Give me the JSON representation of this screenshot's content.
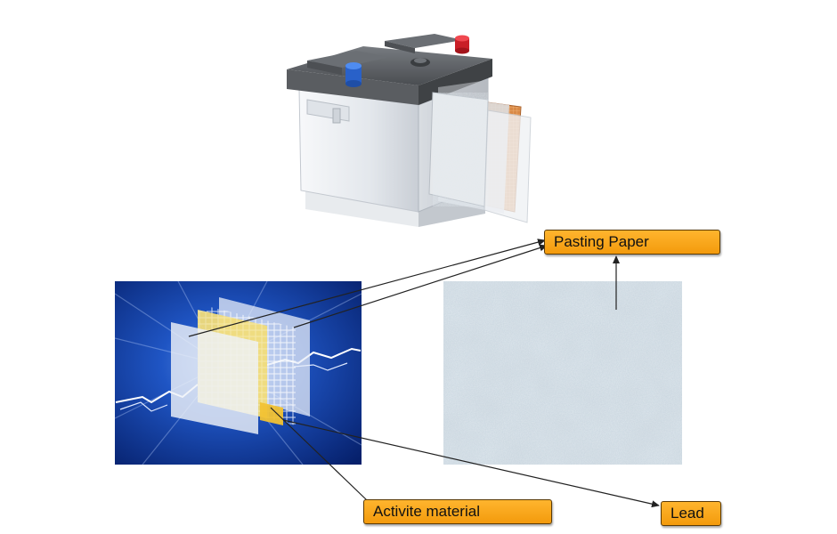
{
  "labels": {
    "pasting_paper": "Pasting Paper",
    "active_material": "Activite material",
    "lead": "Lead"
  },
  "colors": {
    "label_fill": "#f5a01a",
    "label_border": "#5a3a06",
    "battery_case": "#eceff2",
    "battery_lid": "#5c5f63",
    "terminal_negative": "#2e6fd6",
    "terminal_positive": "#d8262e",
    "panel_background": "#0b2f8c",
    "paper_texture": "#c9d6e0"
  }
}
